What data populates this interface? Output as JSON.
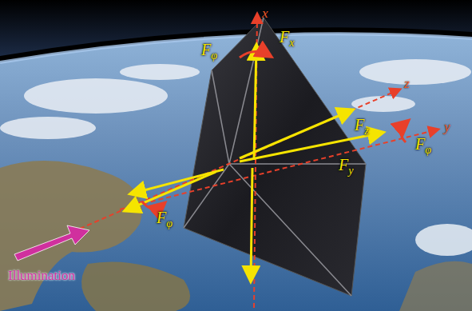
{
  "diagram": {
    "labels": [
      "x",
      "Fx",
      "Fφ",
      "z",
      "Fz",
      "y",
      "Fφ",
      "Fy",
      "Fφ",
      "Illumination"
    ]
  }
}
